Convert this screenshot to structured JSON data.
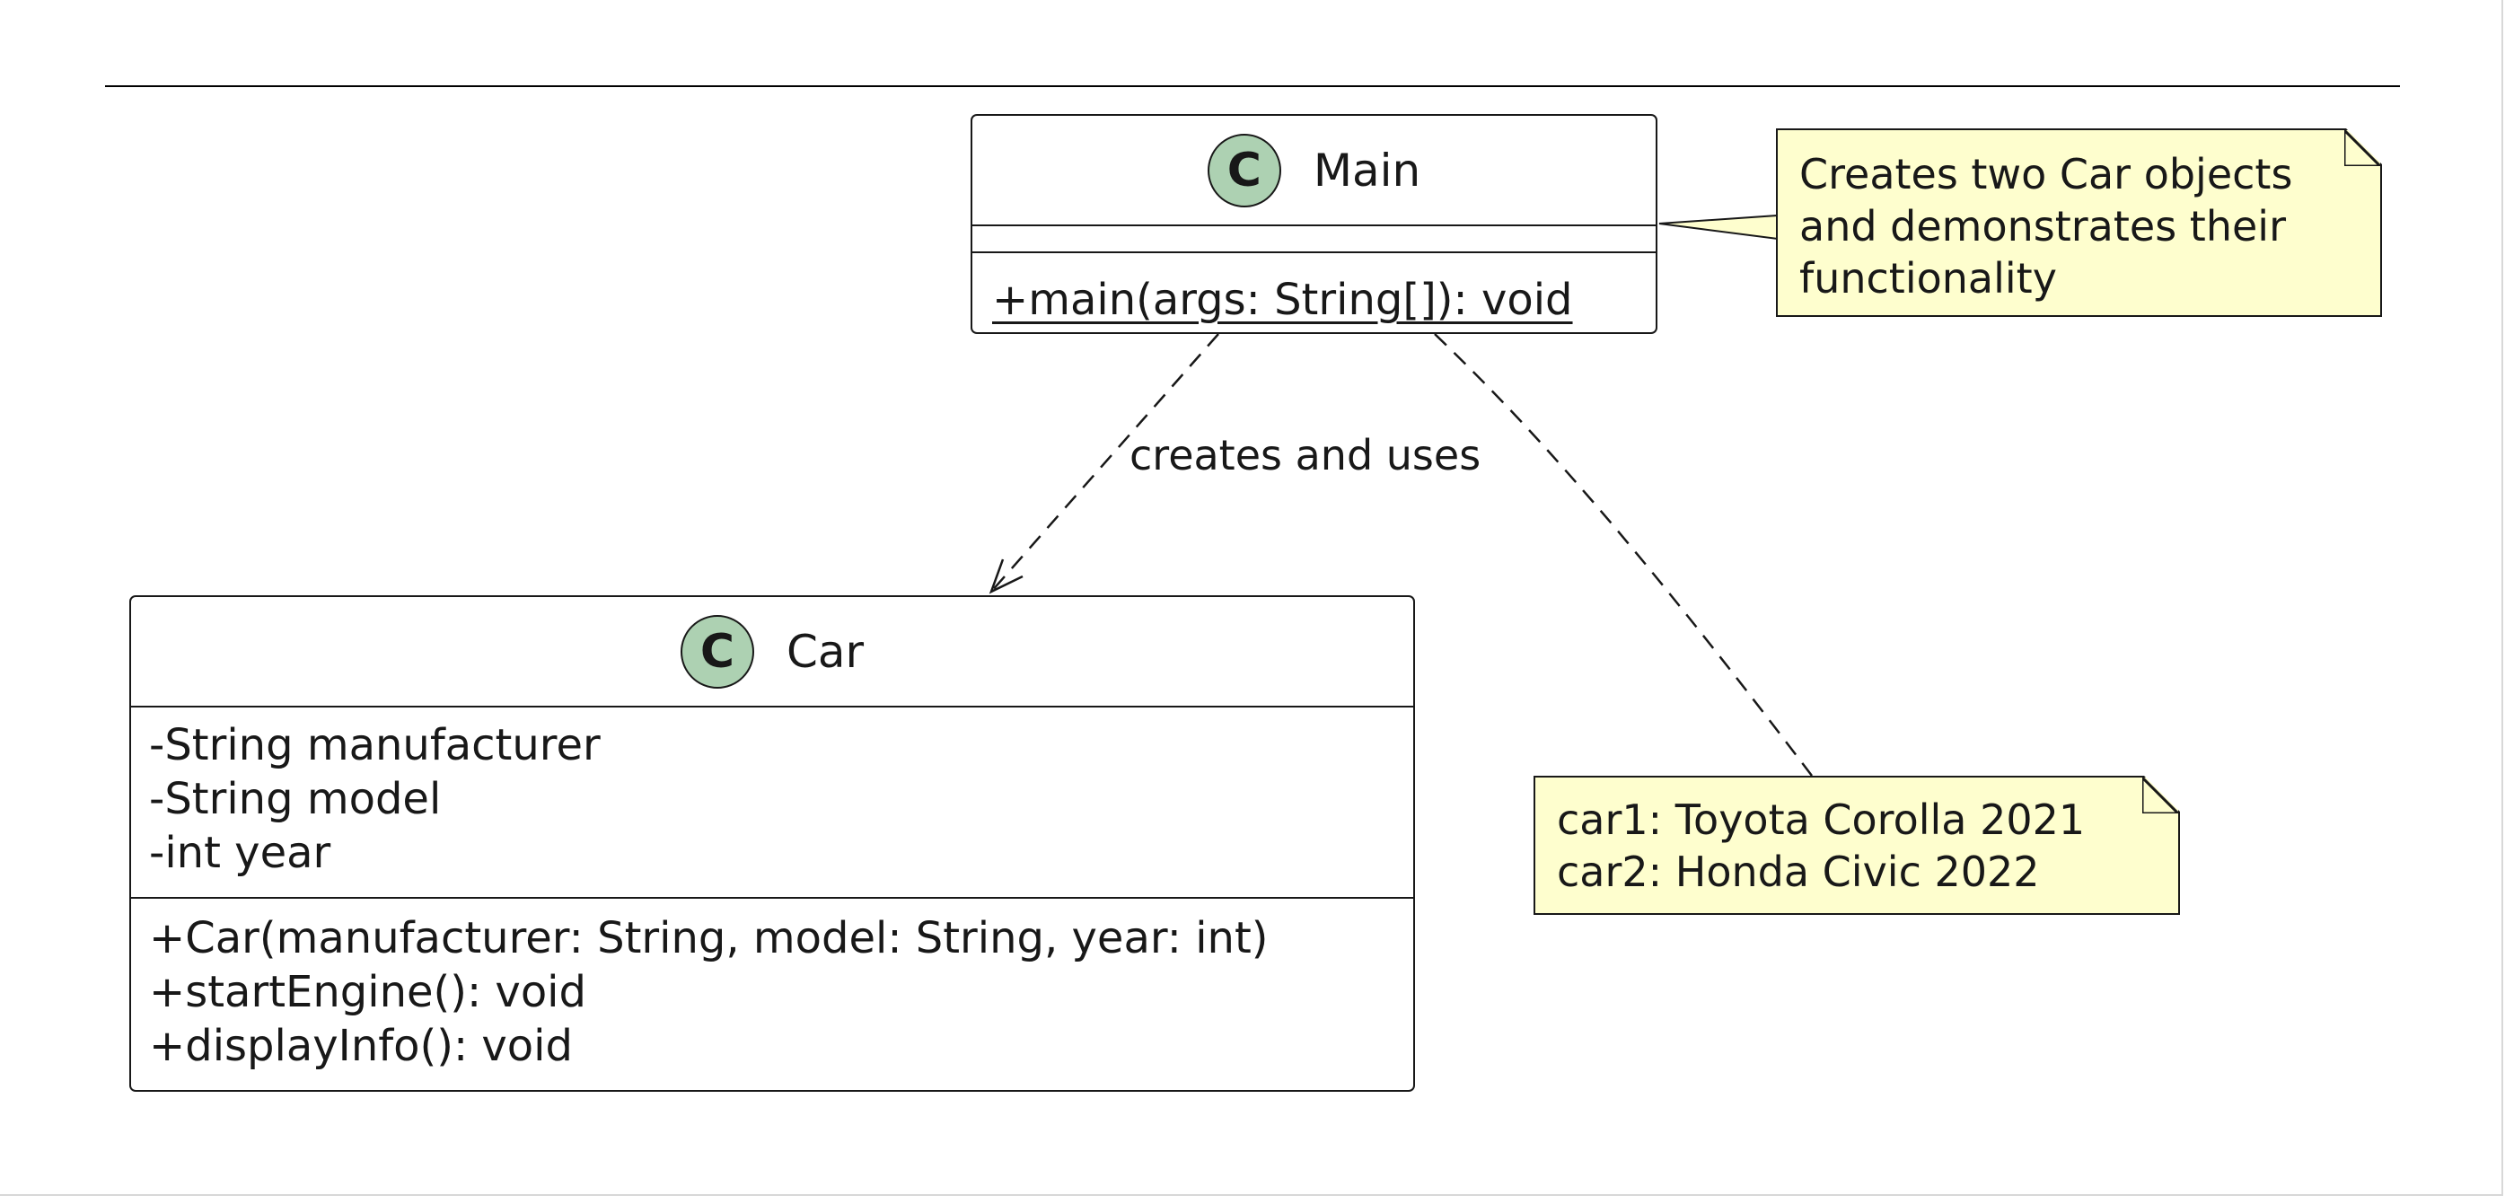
{
  "diagram": {
    "classes": {
      "main": {
        "stereotype_glyph": "C",
        "name": "Main",
        "methods": [
          "+main(args: String[]): void"
        ]
      },
      "car": {
        "stereotype_glyph": "C",
        "name": "Car",
        "attributes": [
          "-String manufacturer",
          "-String model",
          "-int year"
        ],
        "methods": [
          "+Car(manufacturer: String, model: String, year: int)",
          "+startEngine(): void",
          "+displayInfo(): void"
        ]
      }
    },
    "relation": {
      "label": "creates and uses"
    },
    "notes": {
      "main_note": [
        "Creates two Car objects",
        "and demonstrates their",
        "functionality"
      ],
      "cars_note": [
        "car1: Toyota Corolla 2021",
        "car2: Honda Civic 2022"
      ]
    },
    "colors": {
      "stereotype_circle": "#add1b2",
      "note_fill": "#fefece",
      "line": "#181818"
    }
  }
}
